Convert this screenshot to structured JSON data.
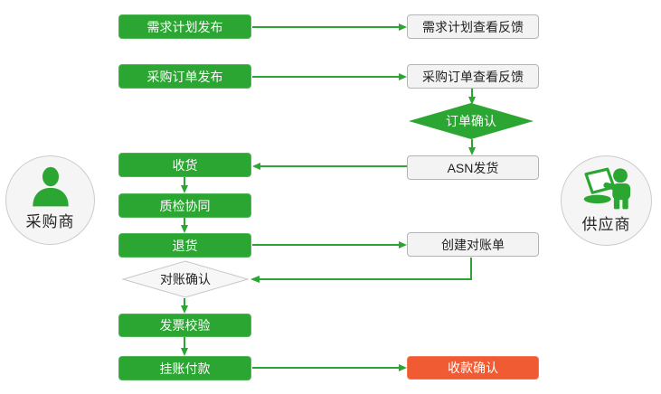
{
  "palette": {
    "accent_green": "#2ca633",
    "accent_red": "#f15b33",
    "plain_bg": "#f3f3f3",
    "plain_border": "#b5b5b5",
    "diamond_bg": "#f7f7f7",
    "diamond_border": "#c8c8c8",
    "circle_bg": "#f5f5f5",
    "circle_border": "#cccccc",
    "text_dark": "#1f1f1f",
    "text_light": "#ffffff"
  },
  "actors": {
    "buyer": {
      "label": "采购商",
      "icon": "user-icon"
    },
    "supplier": {
      "label": "供应商",
      "icon": "user-laptop-icon"
    }
  },
  "nodes": {
    "demand_publish": {
      "label": "需求计划发布",
      "type": "process-green"
    },
    "po_publish": {
      "label": "采购订单发布",
      "type": "process-green"
    },
    "receive": {
      "label": "收货",
      "type": "process-green"
    },
    "quality": {
      "label": "质检协同",
      "type": "process-green"
    },
    "return_goods": {
      "label": "退货",
      "type": "process-green"
    },
    "recon_confirm": {
      "label": "对账确认",
      "type": "decision-plain"
    },
    "invoice_check": {
      "label": "发票校验",
      "type": "process-green"
    },
    "payment": {
      "label": "挂账付款",
      "type": "process-green"
    },
    "demand_feedback": {
      "label": "需求计划查看反馈",
      "type": "process-plain"
    },
    "po_feedback": {
      "label": "采购订单查看反馈",
      "type": "process-plain"
    },
    "order_confirm": {
      "label": "订单确认",
      "type": "decision-green"
    },
    "asn": {
      "label": "ASN发货",
      "type": "process-plain"
    },
    "create_statement": {
      "label": "创建对账单",
      "type": "process-plain"
    },
    "receipt_confirm": {
      "label": "收款确认",
      "type": "process-red"
    }
  }
}
